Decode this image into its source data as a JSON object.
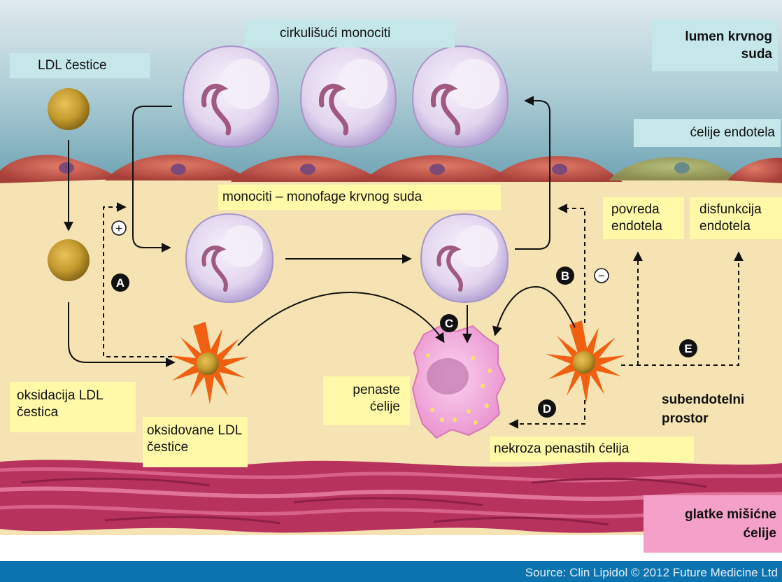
{
  "labels": {
    "ldl_particles": "LDL čestice",
    "circulating_monocytes": "cirkulišući monociti",
    "lumen": "lumen krvnog suda",
    "endothelial_cells": "ćelije endotela",
    "monocytes_macrophages": "monociti – monofage krvnog suda",
    "endothelial_injury": "povreda endotela",
    "endothelial_dysfunction": "disfunkcija endotela",
    "ldl_oxidation": "oksidacija LDL čestica",
    "oxidized_ldl": "oksidovane LDL čestice",
    "foam_cells": "penaste ćelije",
    "subendothelial_space": "subendotelni prostor",
    "foam_cell_necrosis": "nekroza penastih ćelija",
    "smooth_muscle_cells": "glatke mišićne ćelije"
  },
  "markers": {
    "a": "A",
    "b": "B",
    "c": "C",
    "d": "D",
    "e": "E",
    "plus": "+",
    "minus": "−"
  },
  "source": "Source: Clin Lipidol © 2012 Future Medicine Ltd",
  "colors": {
    "lumen_top": "#dce9ef",
    "lumen_bottom": "#7fb2c0",
    "subendothelium": "#f5e3b3",
    "endothelium": "#c85a4a",
    "smooth_muscle": "#b8325e",
    "monocyte": "#e4d8f0",
    "foam_cell": "#f3a9dc",
    "ldl": "#c49b2e",
    "oxidized_spikes": "#f06010",
    "label_teal": "#c6e7ea",
    "label_yellow": "#fff9a8",
    "label_pink": "#f4a0c8",
    "source_bar": "#0a73b0"
  }
}
